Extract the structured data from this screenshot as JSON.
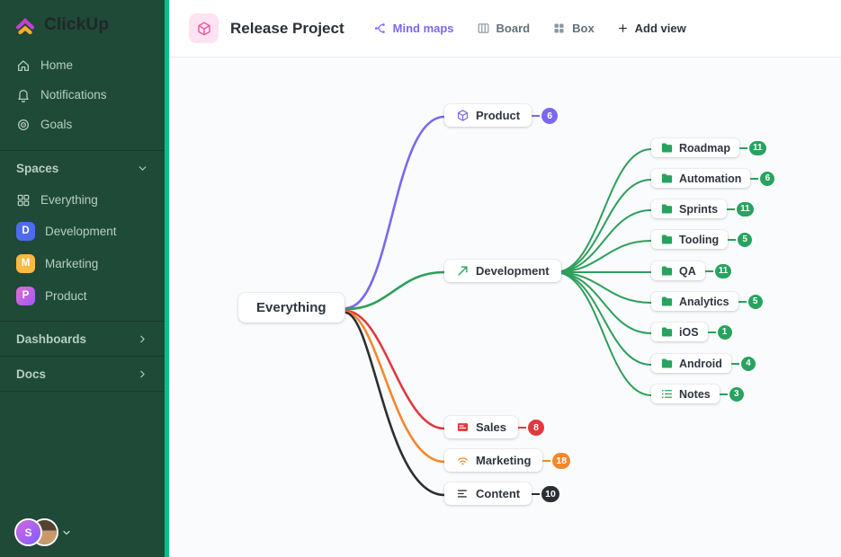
{
  "app": {
    "name": "ClickUp"
  },
  "sidebar": {
    "nav": [
      {
        "label": "Home",
        "icon": "home-icon"
      },
      {
        "label": "Notifications",
        "icon": "bell-icon"
      },
      {
        "label": "Goals",
        "icon": "target-icon"
      }
    ],
    "spaces": {
      "header": "Spaces",
      "items": [
        {
          "label": "Everything",
          "icon": "grid-icon"
        },
        {
          "label": "Development",
          "initial": "D",
          "color": "#4f6bed"
        },
        {
          "label": "Marketing",
          "initial": "M",
          "color": "#f7ba43"
        },
        {
          "label": "Product",
          "initial": "P",
          "color": "#b65cf3"
        }
      ]
    },
    "sections": [
      {
        "label": "Dashboards"
      },
      {
        "label": "Docs"
      }
    ],
    "user": {
      "initial": "S"
    }
  },
  "header": {
    "title": "Release Project",
    "views": [
      {
        "label": "Mind maps",
        "active": true,
        "color": "#7b68ee"
      },
      {
        "label": "Board"
      },
      {
        "label": "Box"
      }
    ],
    "add_view_label": "Add view"
  },
  "mindmap": {
    "root": {
      "label": "Everything"
    },
    "branches": [
      {
        "label": "Product",
        "count": 6,
        "color": "#7b68ee"
      },
      {
        "label": "Development",
        "color": "#2e9e5b"
      },
      {
        "label": "Sales",
        "count": 8,
        "color": "#e0393e"
      },
      {
        "label": "Marketing",
        "count": 18,
        "color": "#f2882d"
      },
      {
        "label": "Content",
        "count": 10,
        "color": "#2b2f33"
      }
    ],
    "dev_children": [
      {
        "label": "Roadmap",
        "count": 11
      },
      {
        "label": "Automation",
        "count": 6
      },
      {
        "label": "Sprints",
        "count": 11
      },
      {
        "label": "Tooling",
        "count": 5
      },
      {
        "label": "QA",
        "count": 11
      },
      {
        "label": "Analytics",
        "count": 5
      },
      {
        "label": "iOS",
        "count": 1
      },
      {
        "label": "Android",
        "count": 4
      },
      {
        "label": "Notes",
        "count": 3
      }
    ]
  }
}
